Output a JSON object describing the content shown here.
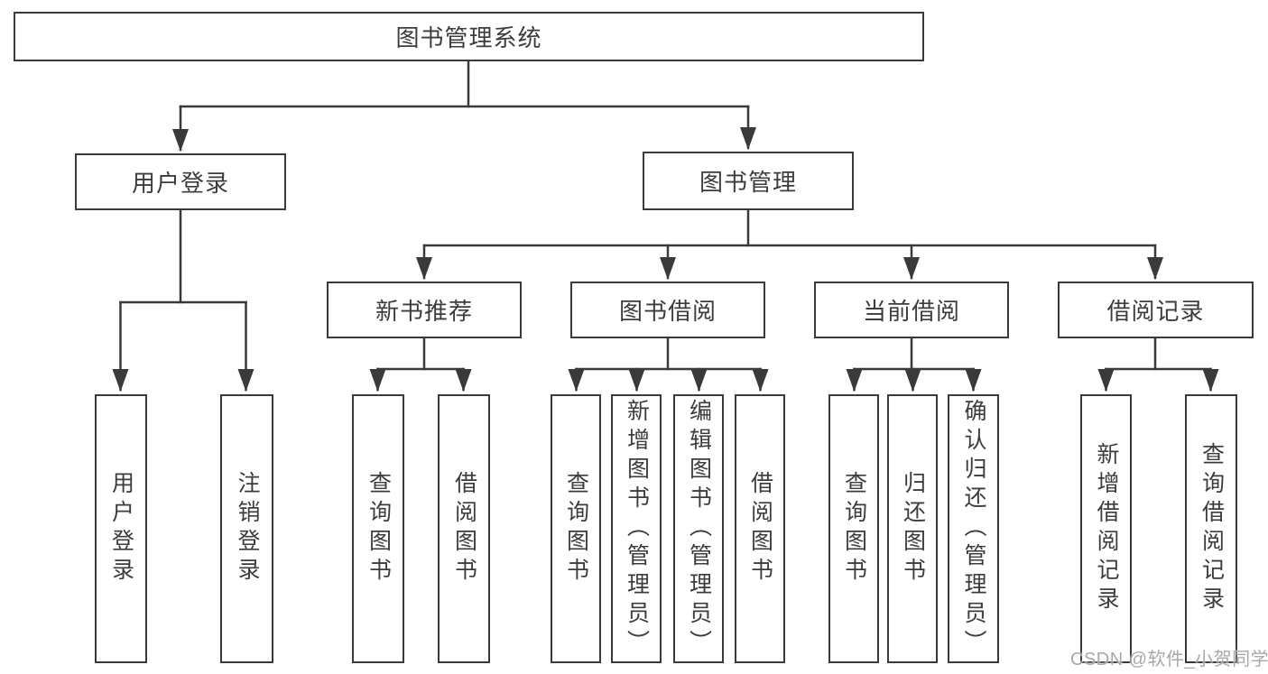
{
  "tree": {
    "label": "图书管理系统",
    "children": [
      {
        "label": "用户登录",
        "children": [
          {
            "label": "用户登录"
          },
          {
            "label": "注销登录"
          }
        ]
      },
      {
        "label": "图书管理",
        "children": [
          {
            "label": "新书推荐",
            "children": [
              {
                "label": "查询图书"
              },
              {
                "label": "借阅图书"
              }
            ]
          },
          {
            "label": "图书借阅",
            "children": [
              {
                "label": "查询图书"
              },
              {
                "label": "新增图书（管理员）"
              },
              {
                "label": "编辑图书（管理员）"
              },
              {
                "label": "借阅图书"
              }
            ]
          },
          {
            "label": "当前借阅",
            "children": [
              {
                "label": "查询图书"
              },
              {
                "label": "归还图书"
              },
              {
                "label": "确认归还（管理员）"
              }
            ]
          },
          {
            "label": "借阅记录",
            "children": [
              {
                "label": "新增借阅记录"
              },
              {
                "label": "查询借阅记录"
              }
            ]
          }
        ]
      }
    ]
  },
  "watermark": {
    "text": "CSDN @软件_小贺同学"
  },
  "colors": {
    "line": "#3a3a3a",
    "box_border": "#3a3a3a",
    "text": "#3c3c3c",
    "watermark": "#a3a3a3",
    "background": "#ffffff"
  }
}
